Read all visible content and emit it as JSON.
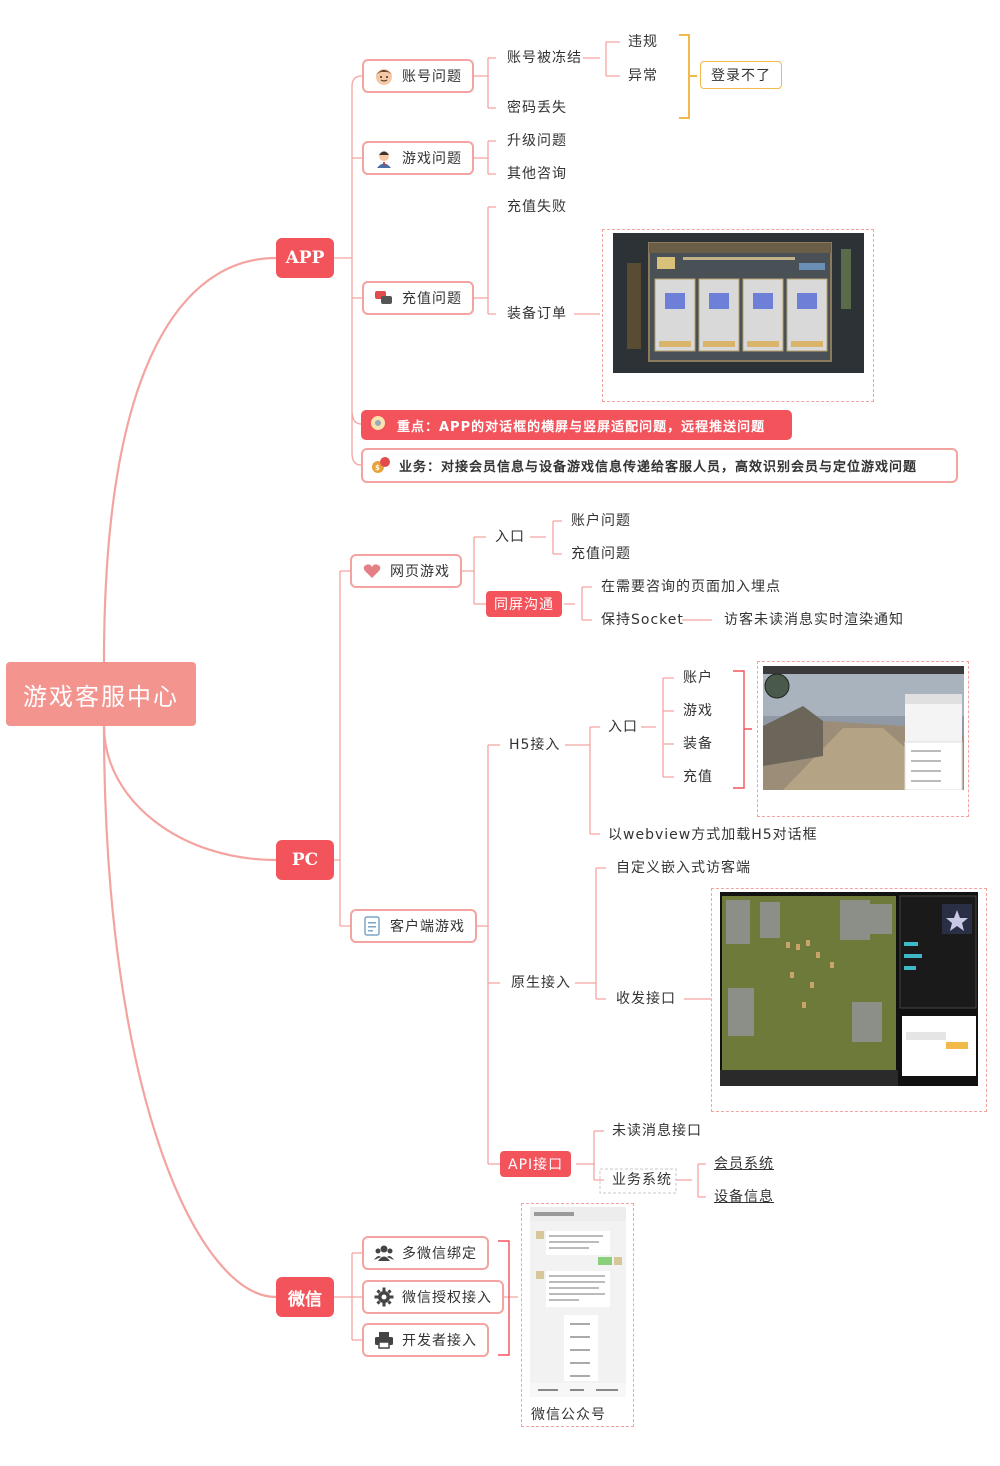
{
  "root": "游戏客服中心",
  "app": {
    "label": "APP",
    "account": {
      "label": "账号问题",
      "frozen": "账号被冻结",
      "violation": "违规",
      "abnormal": "异常",
      "cannot_login": "登录不了",
      "password_lost": "密码丢失"
    },
    "game": {
      "label": "游戏问题",
      "upgrade": "升级问题",
      "other": "其他咨询"
    },
    "recharge": {
      "label": "充值问题",
      "failed": "充值失败",
      "order": "装备订单"
    },
    "key_point": "重点：APP的对话框的横屏与竖屏适配问题，远程推送问题",
    "business": "业务：对接会员信息与设备游戏信息传递给客服人员，高效识别会员与定位游戏问题"
  },
  "pc": {
    "label": "PC",
    "web": {
      "label": "网页游戏",
      "entry": "入口",
      "account_issue": "账户问题",
      "recharge_issue": "充值问题",
      "same_screen": "同屏沟通",
      "buried_point": "在需要咨询的页面加入埋点",
      "socket": "保持Socket",
      "notify": "访客未读消息实时渲染通知"
    },
    "client": {
      "label": "客户端游戏",
      "h5": {
        "label": "H5接入",
        "entry": "入口",
        "items": [
          "账户",
          "游戏",
          "装备",
          "充值"
        ],
        "webview": "以webview方式加载H5对话框"
      },
      "native": {
        "label": "原生接入",
        "custom": "自定义嵌入式访客端",
        "io": "收发接口"
      },
      "api": {
        "label": "API接口",
        "unread": "未读消息接口",
        "biz": "业务系统",
        "member": "会员系统",
        "device": "设备信息"
      }
    }
  },
  "wechat": {
    "label": "微信",
    "multi": "多微信绑定",
    "auth": "微信授权接入",
    "dev": "开发者接入",
    "caption": "微信公众号"
  },
  "colors": {
    "main": "#f3535b",
    "root": "#f4948f",
    "link": "#f4a4a0",
    "bracket": "#f0b94a"
  }
}
